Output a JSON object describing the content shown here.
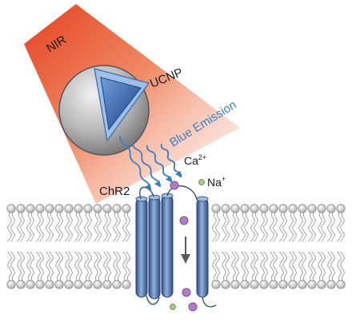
{
  "labels": {
    "nir": "NIR",
    "ucnp": "UCNP",
    "blue_emission": "Blue Emission",
    "ca_base": "Ca",
    "ca_charge": "2+",
    "na_base": "Na",
    "na_charge": "+",
    "chr2": "ChR2"
  },
  "colors": {
    "nir_beam": "#e8532a",
    "ucnp_shell": "#9a9a9a",
    "ucnp_core": "#2e5aa8",
    "blue_emission": "#3a7fc4",
    "channel": "#4a6fa5",
    "calcium_ion": "#b07cc6",
    "sodium_ion": "#a8c98a",
    "lipid_head": "#d6d6d6"
  }
}
